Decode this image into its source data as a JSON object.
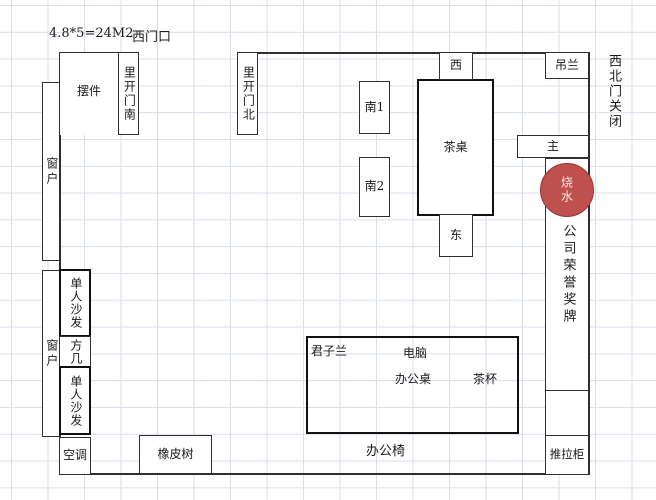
{
  "annotations": {
    "area_note": "4.8*5=24M2",
    "west_entrance_label": "西门口",
    "northwest_door_note": "西北门关闭",
    "office_chair_label": "办公椅"
  },
  "furniture": {
    "ornament": "摆件",
    "inner_door_south": "里开门南",
    "inner_door_north": "里开门北",
    "window_upper": "窗户",
    "window_lower": "窗户",
    "south_seat_1": "南1",
    "south_seat_2": "南2",
    "tea_table": "茶桌",
    "west_marker": "西",
    "east_marker": "东",
    "hanging_plant": "吊兰",
    "main_marker": "主",
    "kettle": "烧水",
    "honor_plaques": "公司荣誉奖牌",
    "single_sofa_upper": "单人沙发",
    "square_table": "方几",
    "single_sofa_lower": "单人沙发",
    "air_conditioner": "空调",
    "rubber_tree": "橡皮树",
    "sliding_cabinet": "推拉柜",
    "desk": {
      "clivia": "君子兰",
      "computer": "电脑",
      "desk_label": "办公桌",
      "tea_cup": "茶杯"
    }
  },
  "colors": {
    "kettle_fill": "#C0504D",
    "kettle_border": "#963634",
    "kettle_text": "#F2E7E6",
    "wall": "#2F2F2F",
    "grid_line": "#D9DEE9"
  }
}
